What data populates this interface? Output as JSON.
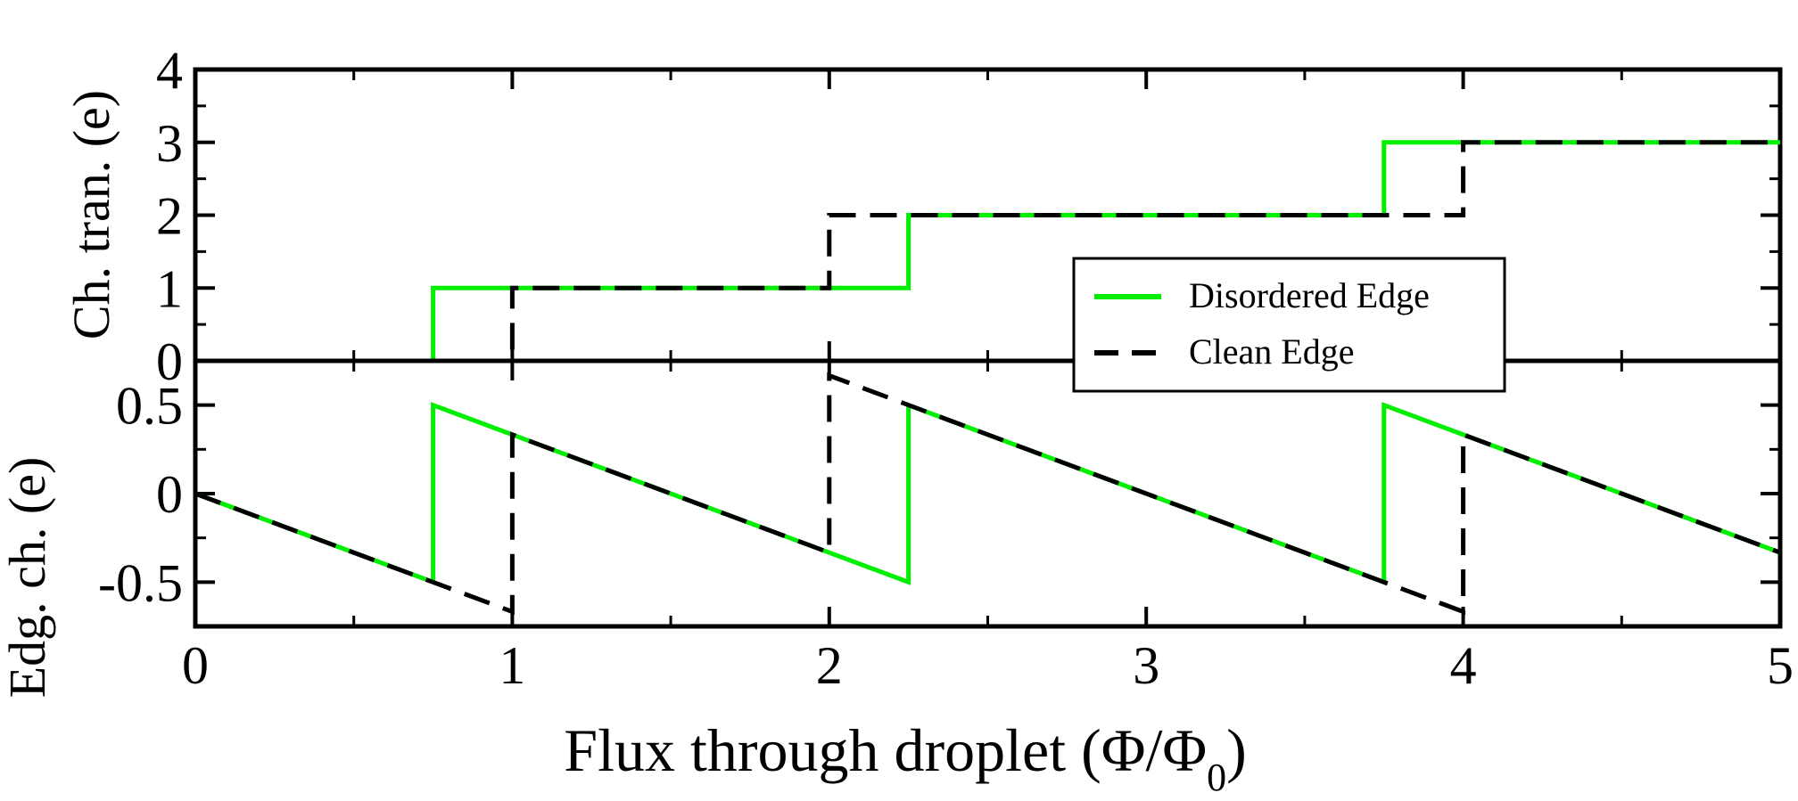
{
  "chart_data": [
    {
      "type": "line",
      "panel": "top",
      "ylabel": "Ch. tran. (e)",
      "xlim": [
        0,
        5
      ],
      "ylim": [
        0,
        4
      ],
      "yticks": [
        0,
        1,
        2,
        3,
        4
      ],
      "ytick_labels": [
        "0",
        "1",
        "2",
        "3",
        "4"
      ],
      "grid": false,
      "series": [
        {
          "name": "Disordered Edge",
          "color": "#00ee00",
          "style": "solid",
          "x": [
            0,
            0.75,
            0.75,
            2.25,
            2.25,
            3.75,
            3.75,
            5
          ],
          "y": [
            0,
            0,
            1,
            1,
            2,
            2,
            3,
            3
          ]
        },
        {
          "name": "Clean Edge",
          "color": "#000000",
          "style": "dashed",
          "x": [
            0,
            1,
            1,
            2,
            2,
            4,
            4,
            5
          ],
          "y": [
            0,
            0,
            1,
            1,
            2,
            2,
            3,
            3
          ]
        }
      ]
    },
    {
      "type": "line",
      "panel": "bottom",
      "ylabel": "Edg. ch. (e)",
      "xlabel": "Flux through droplet (Φ/Φ",
      "xlabel_subscript": "0",
      "xlabel_close": ")",
      "xlim": [
        0,
        5
      ],
      "ylim": [
        -0.75,
        0.75
      ],
      "xticks": [
        0,
        1,
        2,
        3,
        4,
        5
      ],
      "xtick_labels": [
        "0",
        "1",
        "2",
        "3",
        "4",
        "5"
      ],
      "yticks": [
        -0.5,
        0,
        0.5
      ],
      "ytick_labels": [
        "-0.5",
        "0",
        "0.5"
      ],
      "grid": false,
      "series": [
        {
          "name": "Disordered Edge",
          "color": "#00ee00",
          "style": "solid",
          "x": [
            0,
            0.75,
            0.75,
            2.25,
            2.25,
            3.75,
            3.75,
            5
          ],
          "y": [
            0,
            -0.5,
            0.5,
            -0.5,
            0.5,
            -0.5,
            0.5,
            -0.333
          ]
        },
        {
          "name": "Clean Edge",
          "color": "#000000",
          "style": "dashed",
          "x": [
            0,
            1,
            1,
            2,
            2,
            4,
            4,
            5
          ],
          "y": [
            0,
            -0.667,
            0.333,
            -0.333,
            0.667,
            -0.667,
            0.333,
            -0.333
          ]
        }
      ]
    }
  ],
  "legend": {
    "position": "upper-right-of-center",
    "entries": [
      {
        "label": "Disordered Edge",
        "color": "#00ee00",
        "style": "solid"
      },
      {
        "label": "Clean Edge",
        "color": "#000000",
        "style": "dashed"
      }
    ]
  }
}
